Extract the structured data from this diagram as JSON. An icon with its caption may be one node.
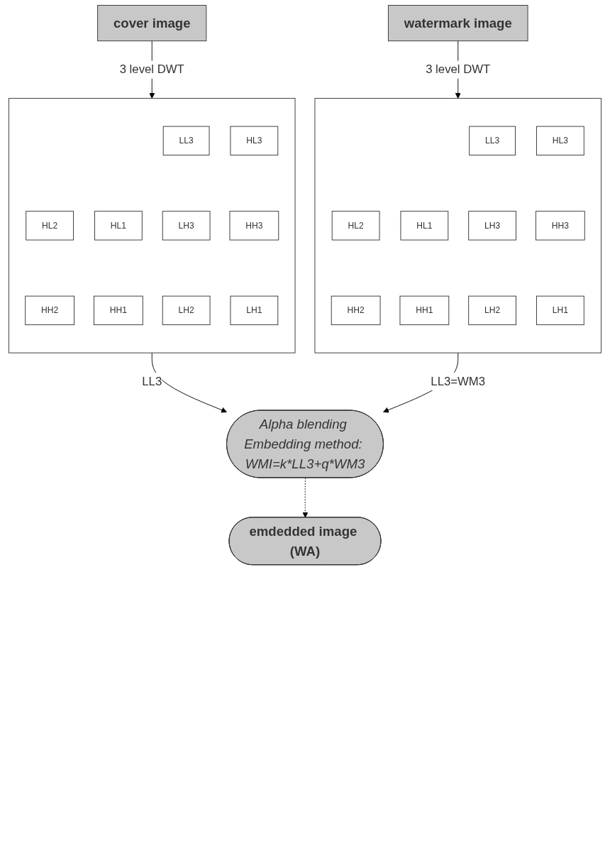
{
  "diagram": {
    "nodes": [
      {
        "text": [
          "cover image"
        ]
      },
      {
        "text": [
          "watermark image"
        ]
      },
      {
        "text": [],
        "shape": "box"
      },
      {
        "text": [
          "LL3"
        ],
        "in": 2
      },
      {
        "text": [
          "HL3"
        ],
        "in": 2
      },
      {
        "text": [
          "LH3"
        ],
        "in": 2
      },
      {
        "text": [
          "HH3"
        ],
        "in": 2
      },
      {
        "text": [
          "HL2"
        ],
        "in": 2
      },
      {
        "text": [
          "LH2"
        ],
        "in": 2
      },
      {
        "text": [
          "HH2"
        ],
        "in": 2
      },
      {
        "text": [
          "HL1"
        ],
        "in": 2
      },
      {
        "text": [
          "LH1"
        ],
        "in": 2
      },
      {
        "text": [
          "HH1"
        ],
        "in": 2
      },
      {
        "text": [],
        "shape": "box"
      },
      {
        "text": [
          "LL3"
        ],
        "in": 13
      },
      {
        "text": [
          "HL3"
        ],
        "in": 13
      },
      {
        "text": [
          "LH3"
        ],
        "in": 13
      },
      {
        "text": [
          "HH3"
        ],
        "in": 13
      },
      {
        "text": [
          "HL2"
        ],
        "in": 13
      },
      {
        "text": [
          "LH2"
        ],
        "in": 13
      },
      {
        "text": [
          "HH2"
        ],
        "in": 13
      },
      {
        "text": [
          "HL1"
        ],
        "in": 13
      },
      {
        "text": [
          "LH1"
        ],
        "in": 13
      },
      {
        "text": [
          "HH1"
        ],
        "in": 13
      },
      {
        "text": [
          "Alpha blending Embedding method: WMI=k*LL3+q*WM3"
        ]
      },
      {
        "text": [
          "emdedded image (WA)"
        ]
      }
    ],
    "edges": [
      {
        "from": 0,
        "to": 2,
        "arrow": "to",
        "label": "3 level DWT"
      },
      {
        "from": 1,
        "to": 13,
        "arrow": "to",
        "label": "3 level DWT"
      },
      {
        "from": 2,
        "to": 24,
        "arrow": "to",
        "label": "LL3"
      },
      {
        "from": 13,
        "to": 24,
        "arrow": "to",
        "label": "LL3=WM3"
      },
      {
        "from": 24,
        "to": 25,
        "arrow": "to",
        "style": "dashed"
      }
    ]
  }
}
